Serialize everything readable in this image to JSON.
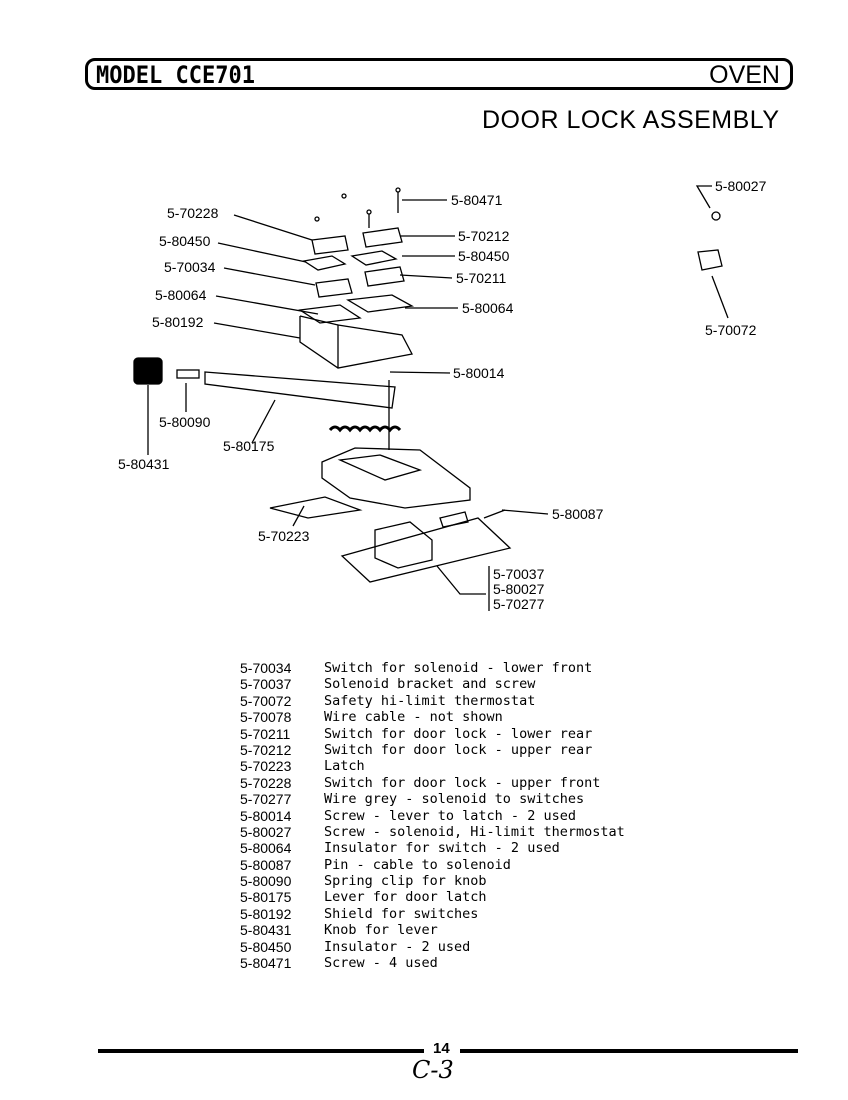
{
  "header": {
    "model": "MODEL CCE701",
    "section": "OVEN"
  },
  "title": "DOOR LOCK ASSEMBLY",
  "callouts": [
    {
      "id": "c1",
      "text": "5-80471"
    },
    {
      "id": "c2",
      "text": "5-80027"
    },
    {
      "id": "c3",
      "text": "5-70228"
    },
    {
      "id": "c4",
      "text": "5-80450"
    },
    {
      "id": "c5",
      "text": "5-70212"
    },
    {
      "id": "c6",
      "text": "5-80450"
    },
    {
      "id": "c7",
      "text": "5-70034"
    },
    {
      "id": "c8",
      "text": "5-70211"
    },
    {
      "id": "c9",
      "text": "5-80064"
    },
    {
      "id": "c10",
      "text": "5-80064"
    },
    {
      "id": "c11",
      "text": "5-80192"
    },
    {
      "id": "c12",
      "text": "5-70072"
    },
    {
      "id": "c13",
      "text": "5-80014"
    },
    {
      "id": "c14",
      "text": "5-80090"
    },
    {
      "id": "c15",
      "text": "5-80175"
    },
    {
      "id": "c16",
      "text": "5-80431"
    },
    {
      "id": "c17",
      "text": "5-80087"
    },
    {
      "id": "c18",
      "text": "5-70223"
    },
    {
      "id": "c19",
      "text": "5-70037"
    },
    {
      "id": "c20",
      "text": "5-80027"
    },
    {
      "id": "c21",
      "text": "5-70277"
    }
  ],
  "parts": [
    {
      "num": "5-70034",
      "desc": "Switch for solenoid - lower front"
    },
    {
      "num": "5-70037",
      "desc": "Solenoid bracket and screw"
    },
    {
      "num": "5-70072",
      "desc": "Safety hi-limit thermostat"
    },
    {
      "num": "5-70078",
      "desc": "Wire cable - not shown"
    },
    {
      "num": "5-70211",
      "desc": "Switch for door lock - lower rear"
    },
    {
      "num": "5-70212",
      "desc": "Switch for door lock - upper rear"
    },
    {
      "num": "5-70223",
      "desc": "Latch"
    },
    {
      "num": "5-70228",
      "desc": "Switch for door lock - upper front"
    },
    {
      "num": "5-70277",
      "desc": "Wire grey - solenoid to switches"
    },
    {
      "num": "5-80014",
      "desc": "Screw - lever to latch - 2 used"
    },
    {
      "num": "5-80027",
      "desc": "Screw - solenoid, Hi-limit thermostat"
    },
    {
      "num": "5-80064",
      "desc": "Insulator for switch - 2 used"
    },
    {
      "num": "5-80087",
      "desc": "Pin - cable to solenoid"
    },
    {
      "num": "5-80090",
      "desc": "Spring clip for knob"
    },
    {
      "num": "5-80175",
      "desc": "Lever for door latch"
    },
    {
      "num": "5-80192",
      "desc": "Shield for switches"
    },
    {
      "num": "5-80431",
      "desc": "Knob for lever"
    },
    {
      "num": "5-80450",
      "desc": "Insulator - 2 used"
    },
    {
      "num": "5-80471",
      "desc": "Screw - 4 used"
    }
  ],
  "footer": {
    "page": "14",
    "handwritten": "C-3"
  }
}
